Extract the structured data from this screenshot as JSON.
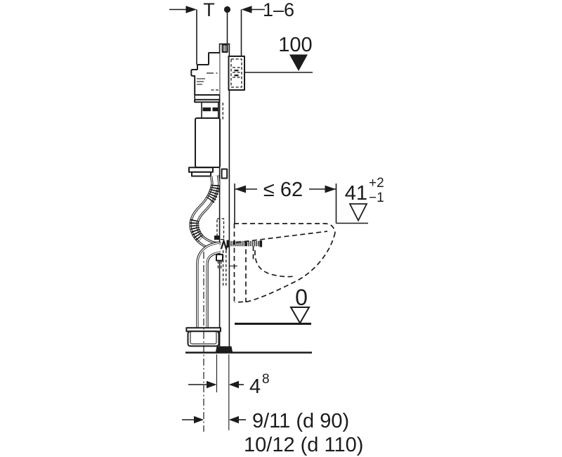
{
  "labels": {
    "t": "T",
    "range_1_6": "1–6",
    "level_100": "100",
    "max_62": "≤ 62",
    "level_41": "41",
    "level_41_plus": "+2",
    "level_41_minus": "−1",
    "level_0": "0",
    "depth_4": "4",
    "depth_4_sup": "8",
    "outlet_d90": "9/11 (d 90)",
    "outlet_d110": "10/12 (d 110)"
  },
  "colors": {
    "line": "#1c1c1c",
    "background": "#ffffff"
  }
}
